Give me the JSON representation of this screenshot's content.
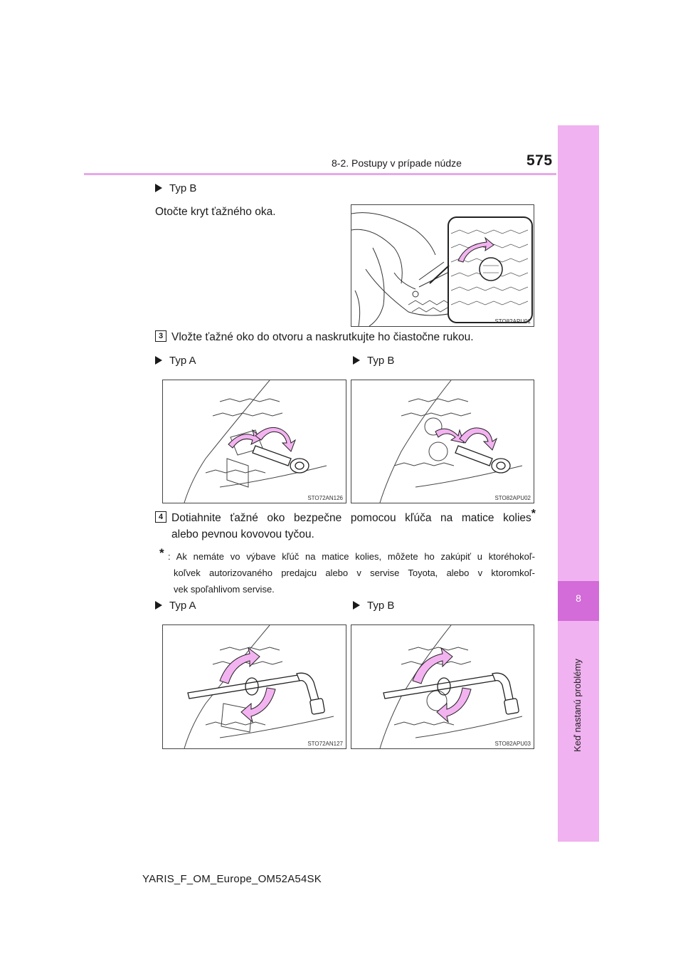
{
  "header": {
    "section": "8-2. Postupy v prípade núdze",
    "page_number": "575"
  },
  "side_tab": {
    "chapter_number": "8",
    "chapter_title": "Keď nastanú problémy"
  },
  "block1": {
    "type_label": "Typ B",
    "instruction": "Otočte kryt ťažného oka.",
    "figure_code": "STO82APU01"
  },
  "step3": {
    "number": "3",
    "text": "Vložte ťažné oko do otvoru a naskrutkujte ho čiastočne rukou.",
    "left_label": "Typ A",
    "right_label": "Typ B",
    "left_figure_code": "STO72AN126",
    "right_figure_code": "STO82APU02"
  },
  "step4": {
    "number": "4",
    "text_line1": "Dotiahnite ťažné oko bezpečne pomocou kľúča na matice kolies",
    "asterisk": "*",
    "text_line2": "alebo pevnou kovovou tyčou.",
    "note_marker": "*",
    "note_line1": ": Ak nemáte vo výbave kľúč na matice kolies, môžete ho zakúpiť u ktoréhokoľ-",
    "note_line2": "koľvek autorizovaného predajcu alebo v servise Toyota, alebo v ktoromkoľ-",
    "note_line3": "vek spoľahlivom servise.",
    "left_label": "Typ A",
    "right_label": "Typ B",
    "left_figure_code": "STO72AN127",
    "right_figure_code": "STO82APU03"
  },
  "footer": {
    "doc_id": "YARIS_F_OM_Europe_OM52A54SK"
  },
  "colors": {
    "tab_light": "#f0b2f0",
    "tab_dark": "#d36bd8",
    "arrow_pink": "#f3b3f0",
    "header_rule": "#e7a8e9"
  }
}
